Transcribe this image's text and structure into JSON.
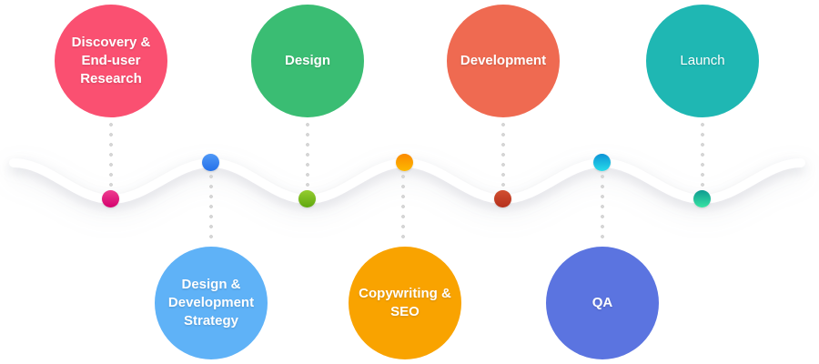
{
  "diagram": {
    "type": "process-timeline",
    "background_color": "#ffffff",
    "wave_color": "#ffffff",
    "connector_dot_color": "#d6d6d6",
    "label_text_color": "#ffffff",
    "stages": [
      {
        "label": "Discovery & End-user Research",
        "row": "top",
        "circle_color": "#fa5071",
        "marker_gradient": [
          "#ee3d8f",
          "#d4006d"
        ]
      },
      {
        "label": "Design & Development Strategy",
        "row": "bottom",
        "circle_color": "#5fb2f7",
        "marker_gradient": [
          "#4f98f7",
          "#2471e9"
        ]
      },
      {
        "label": "Design",
        "row": "top",
        "circle_color": "#3abd73",
        "marker_gradient": [
          "#95cc30",
          "#5fa80f"
        ]
      },
      {
        "label": "Copywriting & SEO",
        "row": "bottom",
        "circle_color": "#f9a300",
        "marker_gradient": [
          "#fc8a00",
          "#fdb900"
        ]
      },
      {
        "label": "Development",
        "row": "top",
        "circle_color": "#ef6a51",
        "marker_gradient": [
          "#d14f30",
          "#b5301c"
        ]
      },
      {
        "label": "QA",
        "row": "bottom",
        "circle_color": "#5b74e0",
        "marker_gradient": [
          "#0d93d6",
          "#27dcea"
        ]
      },
      {
        "label": "Launch",
        "row": "top",
        "circle_color": "#1fb7b3",
        "marker_gradient": [
          "#0e9a91",
          "#38e4a3"
        ]
      }
    ]
  }
}
